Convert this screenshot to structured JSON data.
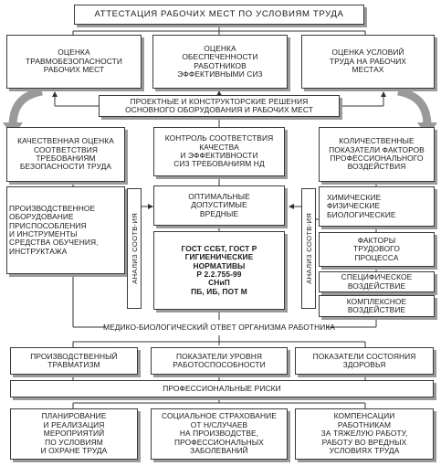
{
  "title": "АТТЕСТАЦИЯ РАБОЧИХ МЕСТ ПО УСЛОВИЯМ ТРУДА",
  "assessments": {
    "injury_safety": "ОЦЕНКА\nТРАВМОБЕЗОПАСНОСТИ\nРАБОЧИХ МЕСТ",
    "ppe_provision": "ОЦЕНКА\nОБЕСПЕЧЕННОСТИ\nРАБОТНИКОВ\nЭФФЕКТИВНЫМИ СИЗ",
    "work_conditions": "ОЦЕНКА УСЛОВИЙ\nТРУДА НА РАБОЧИХ\nМЕСТАХ"
  },
  "design_solutions": "ПРОЕКТНЫЕ И КОНСТРУКТОРСКИЕ РЕШЕНИЯ\nОСНОВНОГО ОБОРУДОВАНИЯ И РАБОЧИХ  МЕСТ",
  "left_column": {
    "qualitative": "КАЧЕСТВЕННАЯ ОЦЕНКА\nСООТВЕТСТВИЯ\nТРЕБОВАНИЯМ\nБЕЗОПАСНОСТИ ТРУДА",
    "equipment": "ПРОИЗВОДСТВЕННОЕ\nОБОРУДОВАНИЕ\nПРИСПОСОБЛЕНИЯ\nИ ИНСТРУМЕНТЫ\nСРЕДСТВА ОБУЧЕНИЯ,\nИНСТРУКТАЖА"
  },
  "center_column": {
    "control": "КОНТРОЛЬ СООТВЕТСТВИЯ\nКАЧЕСТВА\nИ ЭФФЕКТИВНОСТИ\nСИЗ ТРЕБОВАНИЯМ НД",
    "optimal": "ОПТИМАЛЬНЫЕ\nДОПУСТИМЫЕ\nВРЕДНЫЕ",
    "standards": "ГОСТ ССБТ,   ГОСТ Р\nГИГИЕНИЧЕСКИЕ\nНОРМАТИВЫ\nР 2.2.755-99\nСНиП\nПБ, ИБ,  ПОТ М"
  },
  "right_column": {
    "quantitative": "КОЛИЧЕСТВЕННЫЕ\nПОКАЗАТЕЛИ ФАКТОРОВ\nПРОФЕССИОНАЛЬНОГО\nВОЗДЕЙСТВИЯ",
    "factors": "ХИМИЧЕСКИЕ\nФИЗИЧЕСКИЕ\nБИОЛОГИЧЕСКИЕ",
    "labor_process": "ФАКТОРЫ\nТРУДОВОГО\nПРОЦЕССА",
    "specific": "СПЕЦИФИЧЕСКОЕ\nВОЗДЕЙСТВИЕ",
    "complex": "КОМПЛЕКСНОЕ\nВОЗДЕЙСТВИЕ"
  },
  "analysis_label": "АНАЛИЗ СООТВ-ИЯ",
  "medical_response": "МЕДИКО-БИОЛОГИЧЕСКИЙ ОТВЕТ  ОРГАНИЗМА РАБОТНИКА",
  "indicators": {
    "injuries": "ПРОИЗВОДСТВЕННЫЙ\nТРАВМАТИЗМ",
    "performance": "ПОКАЗАТЕЛИ УРОВНЯ\nРАБОТОСПОСОБНОСТИ",
    "health": "ПОКАЗАТЕЛИ СОСТОЯНИЯ\nЗДОРОВЬЯ"
  },
  "risks": "ПРОФЕССИОНАЛЬНЫЕ РИСКИ",
  "outcomes": {
    "planning": "ПЛАНИРОВАНИЕ\nИ РЕАЛИЗАЦИЯ\nМЕРОПРИЯТИЙ\nПО УСЛОВИЯМ\nИ ОХРАНЕ ТРУДА",
    "insurance": "СОЦИАЛЬНОЕ СТРАХОВАНИЕ\nОТ Н/СЛУЧАЕВ\nНА ПРОИЗВОДСТВЕ,\nПРОФЕССИОНАЛЬНЫХ\nЗАБОЛЕВАНИЙ",
    "compensation": "КОМПЕНСАЦИИ\nРАБОТНИКАМ\nЗА ТЯЖЕЛУЮ РАБОТУ,\nРАБОТУ ВО ВРЕДНЫХ\nУСЛОВИЯХ ТРУДА"
  }
}
